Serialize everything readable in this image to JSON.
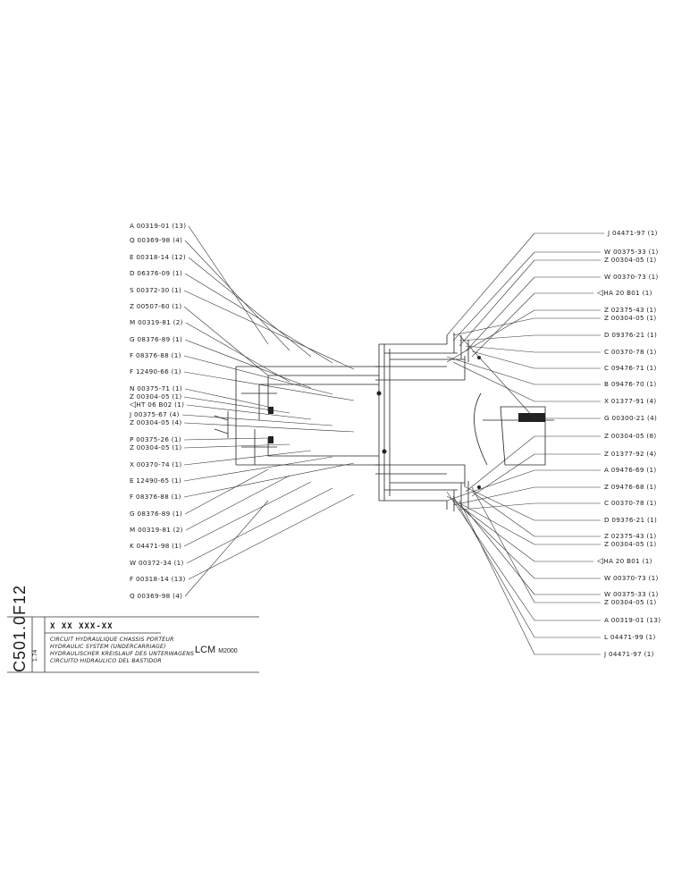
{
  "drawing": {
    "code_group": "F12",
    "code_number": "C501.0",
    "edition": "1.74",
    "ref_number": "X XX XXX-XX",
    "titles": [
      "CIRCUIT HYDRAULIQUE CHASSIS PORTEUR",
      "HYDRAULIC SYSTEM (UNDERCARRIAGE)",
      "HYDRAULISCHER KREISLAUF DES UNTERWAGENS",
      "CIRCUITO HIDRAULICO DEL BASTIDOR"
    ],
    "model": "LCM",
    "model_suffix": "M2000"
  },
  "left_labels": [
    "A 00319-01 (13)",
    "Q 00369-98 (4)",
    "E 00318-14 (12)",
    "D 06376-09 (1)",
    "S 00372-30 (1)",
    "Z 00507-60 (1)",
    "M 00319-81 (2)",
    "G 08376-89 (1)",
    "F 08376-88 (1)",
    "F 12490-66 (1)",
    "N 00375-71 (1)",
    "Z 00304-05 (1)",
    "HT 06 B02 (1)",
    "J 00375-67 (4)",
    "Z 00304-05 (4)",
    "P 00375-26 (1)",
    "Z 00304-05 (1)",
    "X 00370-74 (1)",
    "E 12490-65 (1)",
    "F 08376-88 (1)",
    "G 08376-89 (1)",
    "M 00319-81 (2)",
    "K 04471-98 (1)",
    "W 00372-34 (1)",
    "F 00318-14 (13)",
    "Q 00369-98 (4)"
  ],
  "right_labels": [
    "J 04471-97 (1)",
    "W 00375-33 (1)",
    "Z 00304-05 (1)",
    "W 00370-73 (1)",
    "HA 20 B01 (1)",
    "Z 02375-43 (1)",
    "Z 00304-05 (1)",
    "D 09376-21 (1)",
    "C 00370-78 (1)",
    "C 09476-71 (1)",
    "B 09476-70 (1)",
    "X 01377-91 (4)",
    "G 00300-21 (4)",
    "Z 00304-05 (8)",
    "Z 01377-92 (4)",
    "A 09476-69 (1)",
    "Z 09476-68 (1)",
    "C 00370-78 (1)",
    "D 09376-21 (1)",
    "Z 02375-43 (1)",
    "Z 00304-05 (1)",
    "HA 20 B01 (1)",
    "W 00370-73 (1)",
    "W 00375-33 (1)",
    "Z 00304-05 (1)",
    "A 00319-01 (13)",
    "L 04471-99 (1)",
    "J 04471-97 (1)"
  ]
}
